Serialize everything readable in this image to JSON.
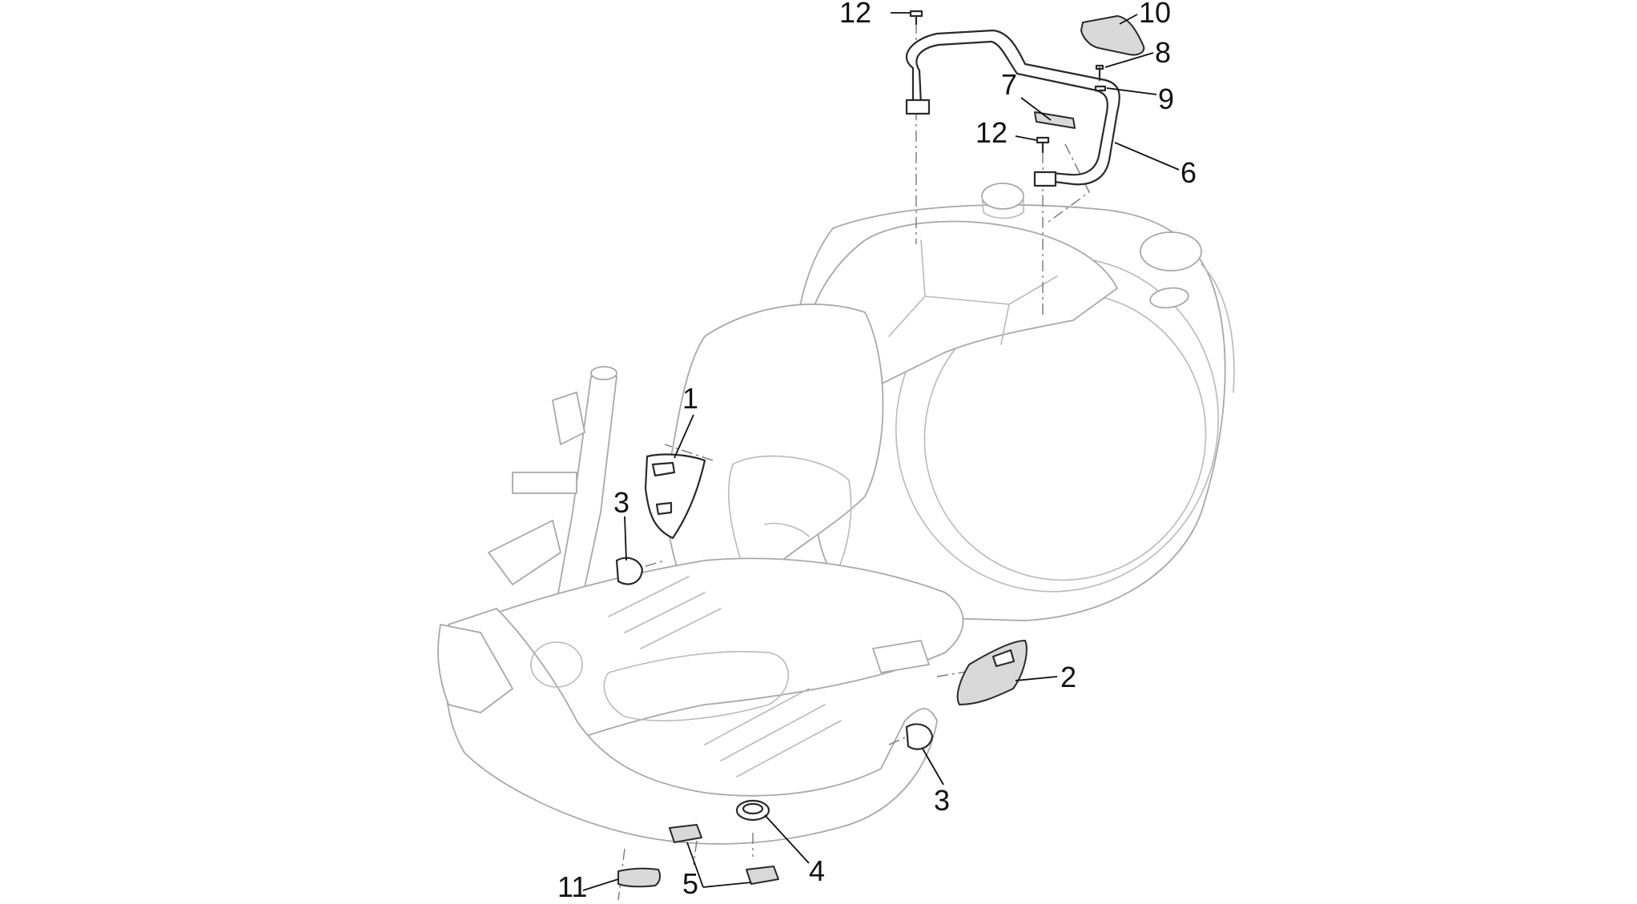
{
  "diagram": {
    "callouts": [
      {
        "id": "c1",
        "label": "1"
      },
      {
        "id": "c2",
        "label": "2"
      },
      {
        "id": "c3a",
        "label": "3"
      },
      {
        "id": "c3b",
        "label": "3"
      },
      {
        "id": "c4",
        "label": "4"
      },
      {
        "id": "c5",
        "label": "5"
      },
      {
        "id": "c6",
        "label": "6"
      },
      {
        "id": "c7",
        "label": "7"
      },
      {
        "id": "c8",
        "label": "8"
      },
      {
        "id": "c9",
        "label": "9"
      },
      {
        "id": "c10",
        "label": "10"
      },
      {
        "id": "c11",
        "label": "11"
      },
      {
        "id": "c12a",
        "label": "12"
      },
      {
        "id": "c12b",
        "label": "12"
      }
    ],
    "colors": {
      "ink": "#111111",
      "body_outline": "#b0b0b0",
      "part_shade": "#d9d9d9"
    }
  }
}
